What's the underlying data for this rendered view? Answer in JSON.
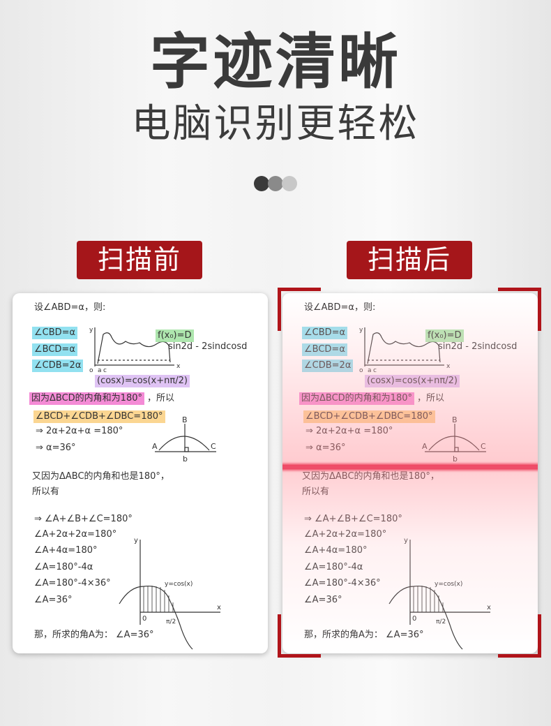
{
  "header": {
    "title": "字迹清晰",
    "subtitle": "电脑识别更轻松"
  },
  "carousel": {
    "dots": [
      "#3a3a3a",
      "#8a8a8a",
      "#c8c8c8"
    ],
    "active": 0
  },
  "labels": {
    "before": "扫描前",
    "after": "扫描后"
  },
  "accent": "#a5161a",
  "notes": {
    "lines": [
      "设∠ABD=α，则:",
      "∠CBD=α",
      "∠BCD=α",
      "∠CDB=2α",
      "f(x₀)=D",
      "sin2d - 2sindcosd",
      "(cosx)=cos(x+nπ/2)",
      "因为ΔBCD的内角和为180°",
      "，所以",
      "∠BCD+∠CDB+∠DBC=180°",
      "⇒ 2α+2α+α =180°",
      "⇒ α=36°",
      "又因为ΔABC的内角和也是180°，",
      "所以有",
      "⇒ ∠A+∠B+∠C=180°",
      "∠A+2α+2α=180°",
      "∠A+4α=180°",
      "∠A=180°-4α",
      "∠A=180°-4×36°",
      "∠A=36°",
      "那，所求的角A为：  ∠A=36°"
    ],
    "graph1": {
      "y": "y",
      "x": "x",
      "o": "o",
      "a": "a",
      "c": "c"
    },
    "triangle": {
      "A": "A",
      "B": "B",
      "C": "C",
      "D": "b"
    },
    "graph2": {
      "y": "y",
      "x": "x",
      "o": "0",
      "curve": "y=cos(x)",
      "tick": "π/2"
    }
  }
}
